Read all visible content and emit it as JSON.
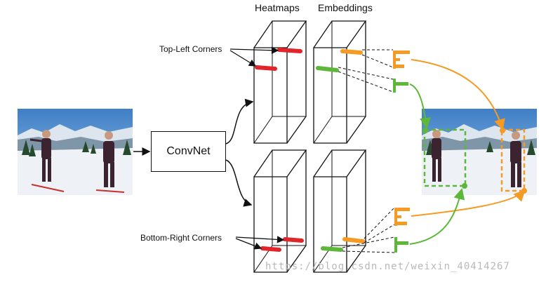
{
  "headers": {
    "heatmaps": "Heatmaps",
    "embeddings": "Embeddings"
  },
  "labels": {
    "top_left": "Top-Left Corners",
    "bottom_right": "Bottom-Right Corners",
    "convnet": "ConvNet"
  },
  "watermark": "https://blog.csdn.net/weixin_40414267",
  "colors": {
    "heat_mark": "#e0262b",
    "embed_orange": "#f59a23",
    "embed_green": "#5db83a",
    "line": "#111111"
  }
}
